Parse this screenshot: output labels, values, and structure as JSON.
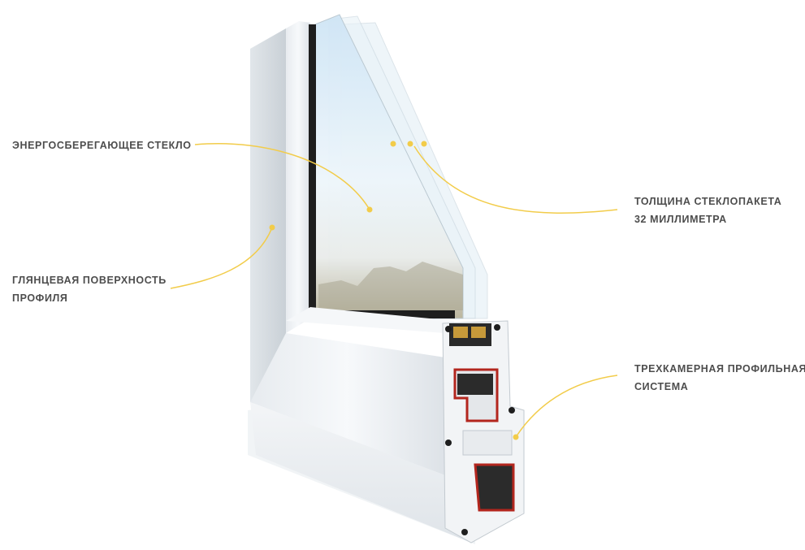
{
  "labels": {
    "energy_glass": {
      "line1": "Энергосберегающее стекло"
    },
    "glossy_profile": {
      "line1": "Глянцевая поверхность",
      "line2": "профиля"
    },
    "glass_thickness": {
      "line1": "Толщина стеклопакета",
      "line2": "32 миллиметра"
    },
    "three_chamber": {
      "line1": "Трехкамерная профильная",
      "line2": "система"
    }
  },
  "colors": {
    "callout": "#f2cc4a",
    "label_text": "#4d4d4d",
    "profile_white": "#eef1f4",
    "seal_black": "#1e1e1e",
    "chamber_red": "#b3261e"
  }
}
